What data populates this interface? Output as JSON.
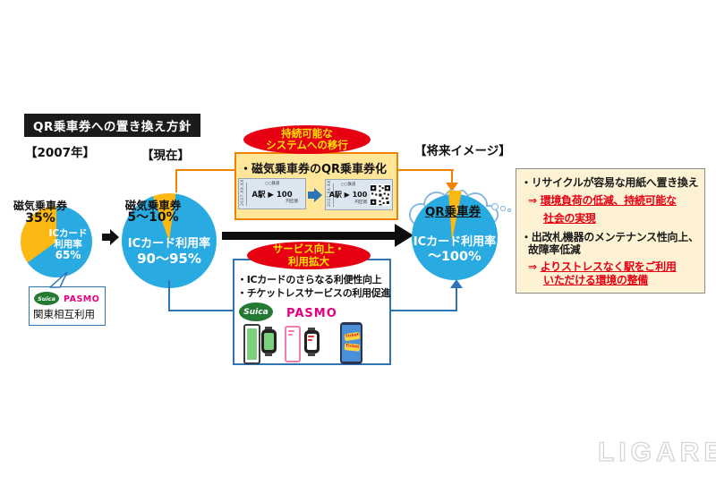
{
  "title": "QR乗車券への置き換え方針",
  "stages": {
    "past": "【2007年】",
    "present": "【現在】",
    "future": "【将来イメージ】"
  },
  "pie_2007": {
    "magnetic_label": "磁気乗車券",
    "magnetic_value": "35%",
    "ic_lines": [
      "ICカード",
      "利用率",
      "65%"
    ]
  },
  "pie_present": {
    "magnetic_label": "磁気乗車券",
    "magnetic_value": "5〜10%",
    "ic_label": "ICカード利用率",
    "ic_value": "90〜95%"
  },
  "future_circle": {
    "cloud_label": "QR乗車券",
    "ic_label": "ICカード利用率",
    "ic_value": "〜100%"
  },
  "kanto_callout": {
    "suica": "Suica",
    "pasmo": "PASMO",
    "label": "関東相互利用"
  },
  "transition_box": {
    "badge_lines": [
      "持続可能な",
      "システムへの移行"
    ],
    "bullet": "・磁気乗車券のQR乗車券化",
    "ticket": {
      "railway": "○○鉄道",
      "fare": "A駅 ▶ 100",
      "zone": "円区間",
      "date": "2027.XX.XX"
    }
  },
  "service_box": {
    "badge_lines": [
      "サービス向上・",
      "利用拡大"
    ],
    "bullets": [
      "・ICカードのさらなる利便性向上",
      "・チケットレスサービスの利用促進"
    ],
    "suica": "Suica",
    "pasmo": "PASMO",
    "ticket_chip": "Ticket"
  },
  "benefits_box": {
    "items": [
      {
        "head_lines": [
          "・リサイクルが容易な用紙へ置き換え"
        ],
        "arrow": "⇒",
        "result_lines": [
          "環境負荷の低減、持続可能な",
          "社会の実現"
        ]
      },
      {
        "head_lines": [
          "・出改札機器のメンテナンス性向上、",
          "故障率低減"
        ],
        "arrow": "⇒",
        "result_lines": [
          "よりストレスなく駅をご利用",
          "いただける環境の整備"
        ]
      }
    ]
  },
  "watermark": "LIGARE",
  "colors": {
    "pie_blue": "#29abe2",
    "pie_yellow": "#fdb913",
    "orange": "#f08300",
    "red_badge": "#e60012",
    "badge_text_yellow": "#ffe100",
    "connector_blue": "#2e75b6",
    "pasmo_pink": "#e4007f",
    "suica_green": "#257a33",
    "benefits_bg": "#fdf3d4",
    "transition_bg": "#ffe699"
  },
  "chart_data": [
    {
      "type": "pie",
      "title": "【2007年】",
      "slices": [
        {
          "label": "磁気乗車券",
          "value": "35%"
        },
        {
          "label": "ICカード利用率",
          "value": "65%"
        }
      ],
      "annotation": "関東相互利用（Suica・PASMO）"
    },
    {
      "type": "pie",
      "title": "【現在】",
      "slices": [
        {
          "label": "磁気乗車券",
          "value": "5〜10%"
        },
        {
          "label": "ICカード利用率",
          "value": "90〜95%"
        }
      ]
    },
    {
      "type": "pie",
      "title": "【将来イメージ】",
      "slices": [
        {
          "label": "QR乗車券",
          "value": ""
        },
        {
          "label": "ICカード利用率",
          "value": "〜100%"
        }
      ]
    }
  ]
}
